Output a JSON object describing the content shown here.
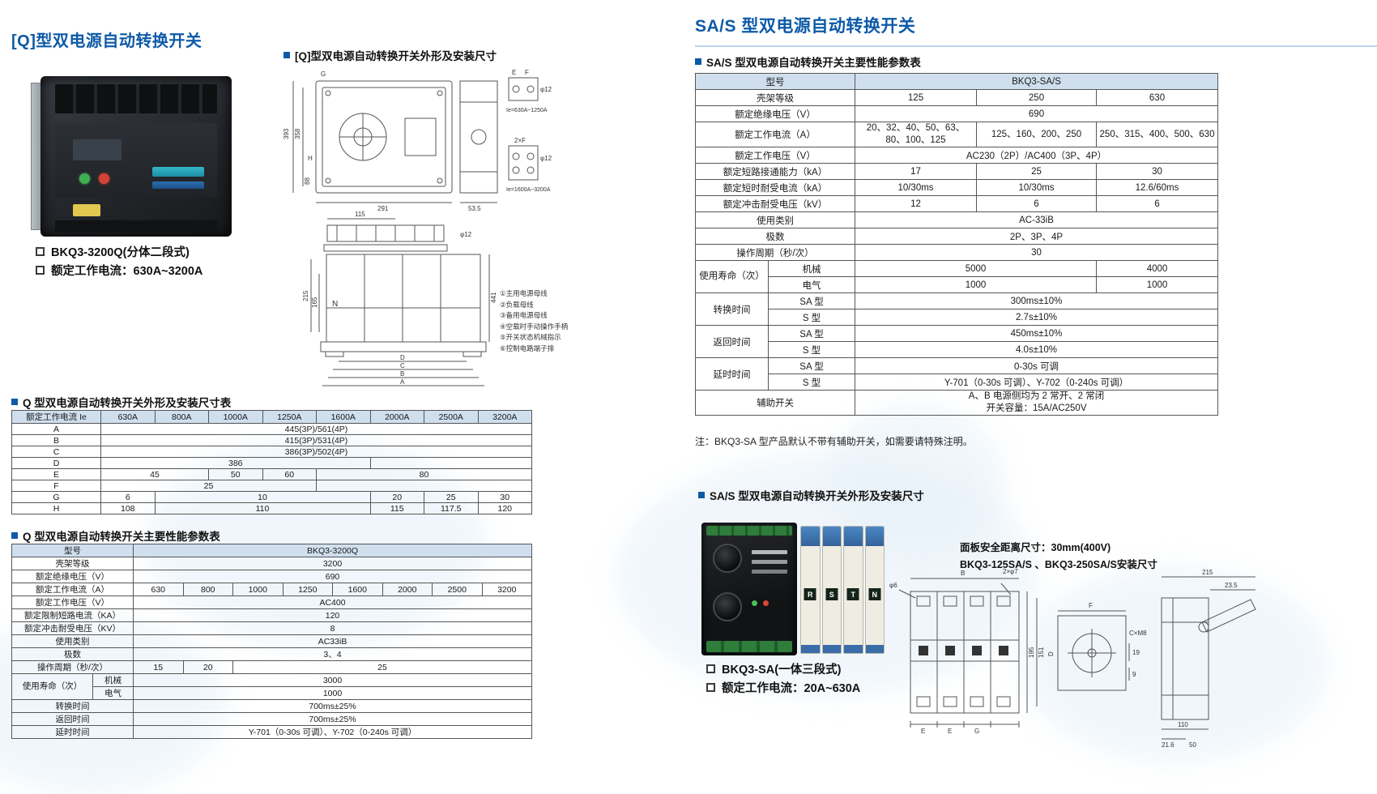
{
  "accent": {
    "title_blue": "#0d5aa7",
    "table_header_bg": "#cfdfee",
    "border": "#565656"
  },
  "left": {
    "title": "[Q]型双电源自动转换开关",
    "bullets": [
      "BKQ3-3200Q(分体二段式)",
      "额定工作电流：630A~3200A"
    ],
    "drawing": {
      "title": "[Q]型双电源自动转换开关外形及安装尺寸",
      "notes": [
        "①主用电源母线",
        "②负载母线",
        "③备用电源母线",
        "④空载时手动操作手柄",
        "⑤开关状态机械指示",
        "⑥控制电路端子排"
      ],
      "labels": {
        "g": "G",
        "h": "H",
        "e": "E",
        "f": "F",
        "n": "N",
        "a": "A",
        "b": "B",
        "c": "C",
        "d": "D",
        "d393": "393",
        "d358": "358",
        "d88": "88",
        "d291": "291",
        "d535": "53.5",
        "d115": "115",
        "d215": "215",
        "d165": "165",
        "d441": "441",
        "phi12": "φ12",
        "f2": "2×F",
        "ie1": "Ie=630A~1250A",
        "ie2": "Ie=1600A~3200A"
      }
    },
    "dim": {
      "title": "Q 型双电源自动转换开关外形及安装尺寸表",
      "head": [
        "额定工作电流 Ie",
        "630A",
        "800A",
        "1000A",
        "1250A",
        "1600A",
        "2000A",
        "2500A",
        "3200A"
      ],
      "rA": [
        "A",
        "445(3P)/561(4P)"
      ],
      "rB": [
        "B",
        "415(3P)/531(4P)"
      ],
      "rC": [
        "C",
        "386(3P)/502(4P)"
      ],
      "rD": [
        "D",
        "386"
      ],
      "rE": [
        "E",
        "45",
        "50",
        "60",
        "80"
      ],
      "rF": [
        "F",
        "25"
      ],
      "rG": [
        "G",
        "6",
        "10",
        "20",
        "25",
        "30"
      ],
      "rH": [
        "H",
        "108",
        "110",
        "115",
        "117.5",
        "120"
      ]
    },
    "perf": {
      "title": "Q 型双电源自动转换开关主要性能参数表",
      "model_label": "型号",
      "model": "BKQ3-3200Q",
      "frame_label": "壳架等级",
      "frame": "3200",
      "ins_label": "额定绝缘电压（V）",
      "ins": "690",
      "cur_label": "额定工作电流（A）",
      "cur": [
        "630",
        "800",
        "1000",
        "1250",
        "1600",
        "2000",
        "2500",
        "3200"
      ],
      "volt_label": "额定工作电压（V）",
      "volt": "AC400",
      "short_label": "额定限制短路电流（KA）",
      "short": "120",
      "imp_label": "额定冲击耐受电压（KV）",
      "imp": "8",
      "use_label": "使用类别",
      "use": "AC33iB",
      "pole_label": "极数",
      "pole": "3、4",
      "cycle_label": "操作周期（秒/次）",
      "cycle": [
        "15",
        "20",
        "25"
      ],
      "life_label": "使用寿命（次）",
      "life_mech_label": "机械",
      "life_mech": "3000",
      "life_elec_label": "电气",
      "life_elec": "1000",
      "trans_label": "转换时间",
      "trans": "700ms±25%",
      "ret_label": "返回时间",
      "ret": "700ms±25%",
      "delay_label": "延时时间",
      "delay": "Y-701（0-30s 可调）、Y-702（0-240s 可调）"
    }
  },
  "right": {
    "title": "SA/S 型双电源自动转换开关",
    "perf_title": "SA/S 型双电源自动转换开关主要性能参数表",
    "table": {
      "model_label": "型号",
      "model": "BKQ3-SA/S",
      "frame_label": "壳架等级",
      "frames": [
        "125",
        "250",
        "630"
      ],
      "ins_label": "额定绝缘电压（V）",
      "ins": "690",
      "cur_label": "额定工作电流（A）",
      "cur": [
        "20、32、40、50、63、80、100、125",
        "125、160、200、250",
        "250、315、400、500、630"
      ],
      "volt_label": "额定工作电压（V）",
      "volt": "AC230（2P）/AC400（3P、4P）",
      "make_label": "额定短路接通能力（kA）",
      "make": [
        "17",
        "25",
        "30"
      ],
      "withstand_label": "额定短时耐受电流（kA）",
      "withstand": [
        "10/30ms",
        "10/30ms",
        "12.6/60ms"
      ],
      "imp_label": "额定冲击耐受电压（kV）",
      "imp": [
        "12",
        "6",
        "6"
      ],
      "use_label": "使用类别",
      "use": "AC-33iB",
      "pole_label": "极数",
      "pole": "2P、3P、4P",
      "cycle_label": "操作周期（秒/次）",
      "cycle": "30",
      "life_label": "使用寿命（次）",
      "life_mech_label": "机械",
      "life_mech_a": "5000",
      "life_mech_b": "4000",
      "life_elec_label": "电气",
      "life_elec_a": "1000",
      "life_elec_b": "1000",
      "trans_label": "转换时间",
      "sa_label": "SA 型",
      "s_label": "S 型",
      "trans_sa": "300ms±10%",
      "trans_s": "2.7s±10%",
      "ret_label": "返回时间",
      "ret_sa": "450ms±10%",
      "ret_s": "4.0s±10%",
      "delay_label": "延时时间",
      "delay_sa": "0-30s 可调",
      "delay_s": "Y-701（0-30s 可调）、Y-702（0-240s 可调）",
      "aux_label": "辅助开关",
      "aux1": "A、B 电源侧均为 2 常开、2 常闭",
      "aux2": "开关容量：15A/AC250V"
    },
    "note": "注：BKQ3-SA 型产品默认不带有辅助开关，如需要请特殊注明。",
    "drawing_title": "SA/S 型双电源自动转换开关外形及安装尺寸",
    "panel_note1": "面板安全距离尺寸：30mm(400V)",
    "panel_note2": "BKQ3-125SA/S 、BKQ3-250SA/S安装尺寸",
    "bullets": [
      "BKQ3-SA(一体三段式)",
      "额定工作电流：20A~630A"
    ],
    "modules": [
      "R",
      "S",
      "T",
      "N"
    ],
    "dims": {
      "b": "B",
      "holes": "2×φ7",
      "phi6": "φ6",
      "h195": "195",
      "h151": "151",
      "e1": "E",
      "e2": "E",
      "g": "G",
      "f": "F",
      "d": "D",
      "cm8": "C×M8",
      "d19": "19",
      "d9": "9",
      "w215": "215",
      "w235": "23.5",
      "w110": "110",
      "w50": "50",
      "w216": "21.6"
    }
  }
}
